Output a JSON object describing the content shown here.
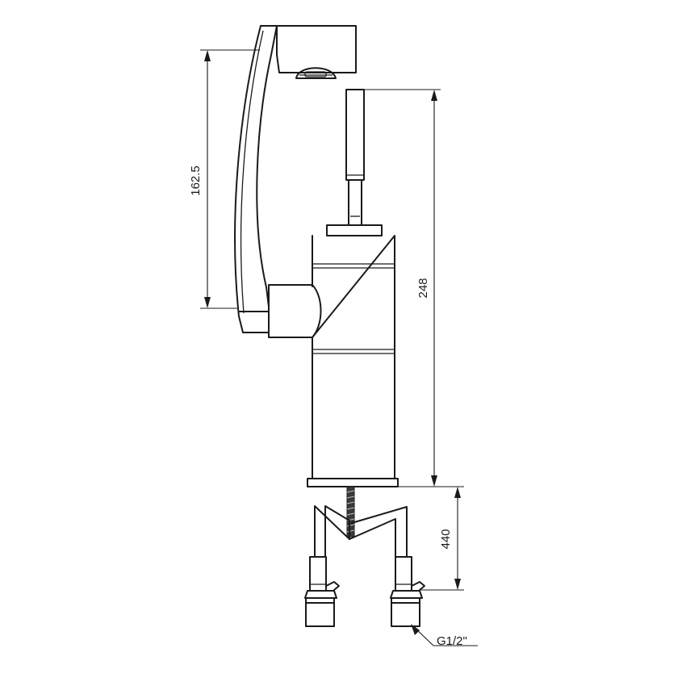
{
  "drawing": {
    "dimensions": {
      "spout_height": "162.5",
      "overall_height": "248",
      "hose_length": "440",
      "connection_thread": "G1/2\""
    },
    "colors": {
      "line": "#1a1a1a",
      "background": "#ffffff"
    }
  }
}
